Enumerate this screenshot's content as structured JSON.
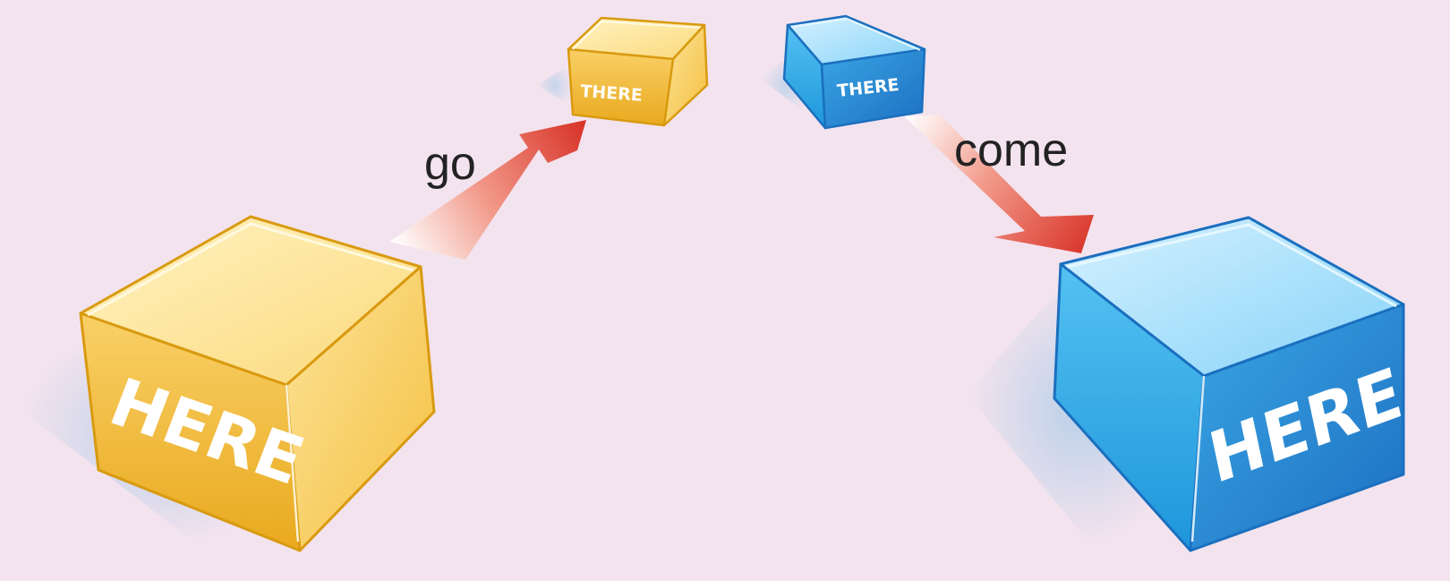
{
  "labels": {
    "go": "go",
    "come": "come"
  },
  "cubes": {
    "here_left": "HERE",
    "there_left": "THERE",
    "there_right": "THERE",
    "here_right": "HERE"
  },
  "colors": {
    "background": "#f3e3ee",
    "yellow_cube": "#f7c948",
    "blue_cube": "#2aa7e6",
    "arrow": "#e24436"
  }
}
